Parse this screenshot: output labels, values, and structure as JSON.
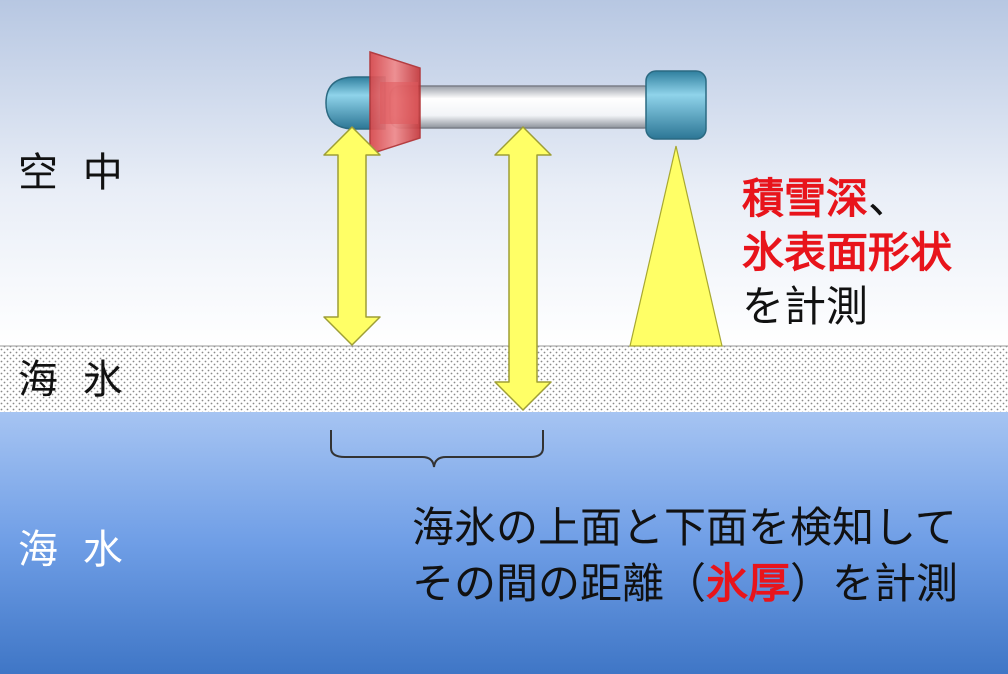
{
  "layers": {
    "air": "空 中",
    "sea_ice": "海 氷",
    "sea_water": "海 水"
  },
  "measure_right": {
    "line1_red": "積雪深",
    "line1_tail": "、",
    "line2_red": "氷表面形状",
    "line3": "を計測"
  },
  "measure_bottom": {
    "line1": "海氷の上面と下面を検知して",
    "line2_pre": "その間の距離（",
    "line2_red": "氷厚",
    "line2_post": "）を計測"
  },
  "colors": {
    "accent_red": "#e8141b",
    "arrow_yellow": "#ffff66",
    "sensor_teal": "#4aa6c4",
    "water_blue": "#5a8fe0"
  },
  "icons": [
    "sensor-boom",
    "radar-transmitter",
    "laser-sensor",
    "double-arrow",
    "brace"
  ]
}
